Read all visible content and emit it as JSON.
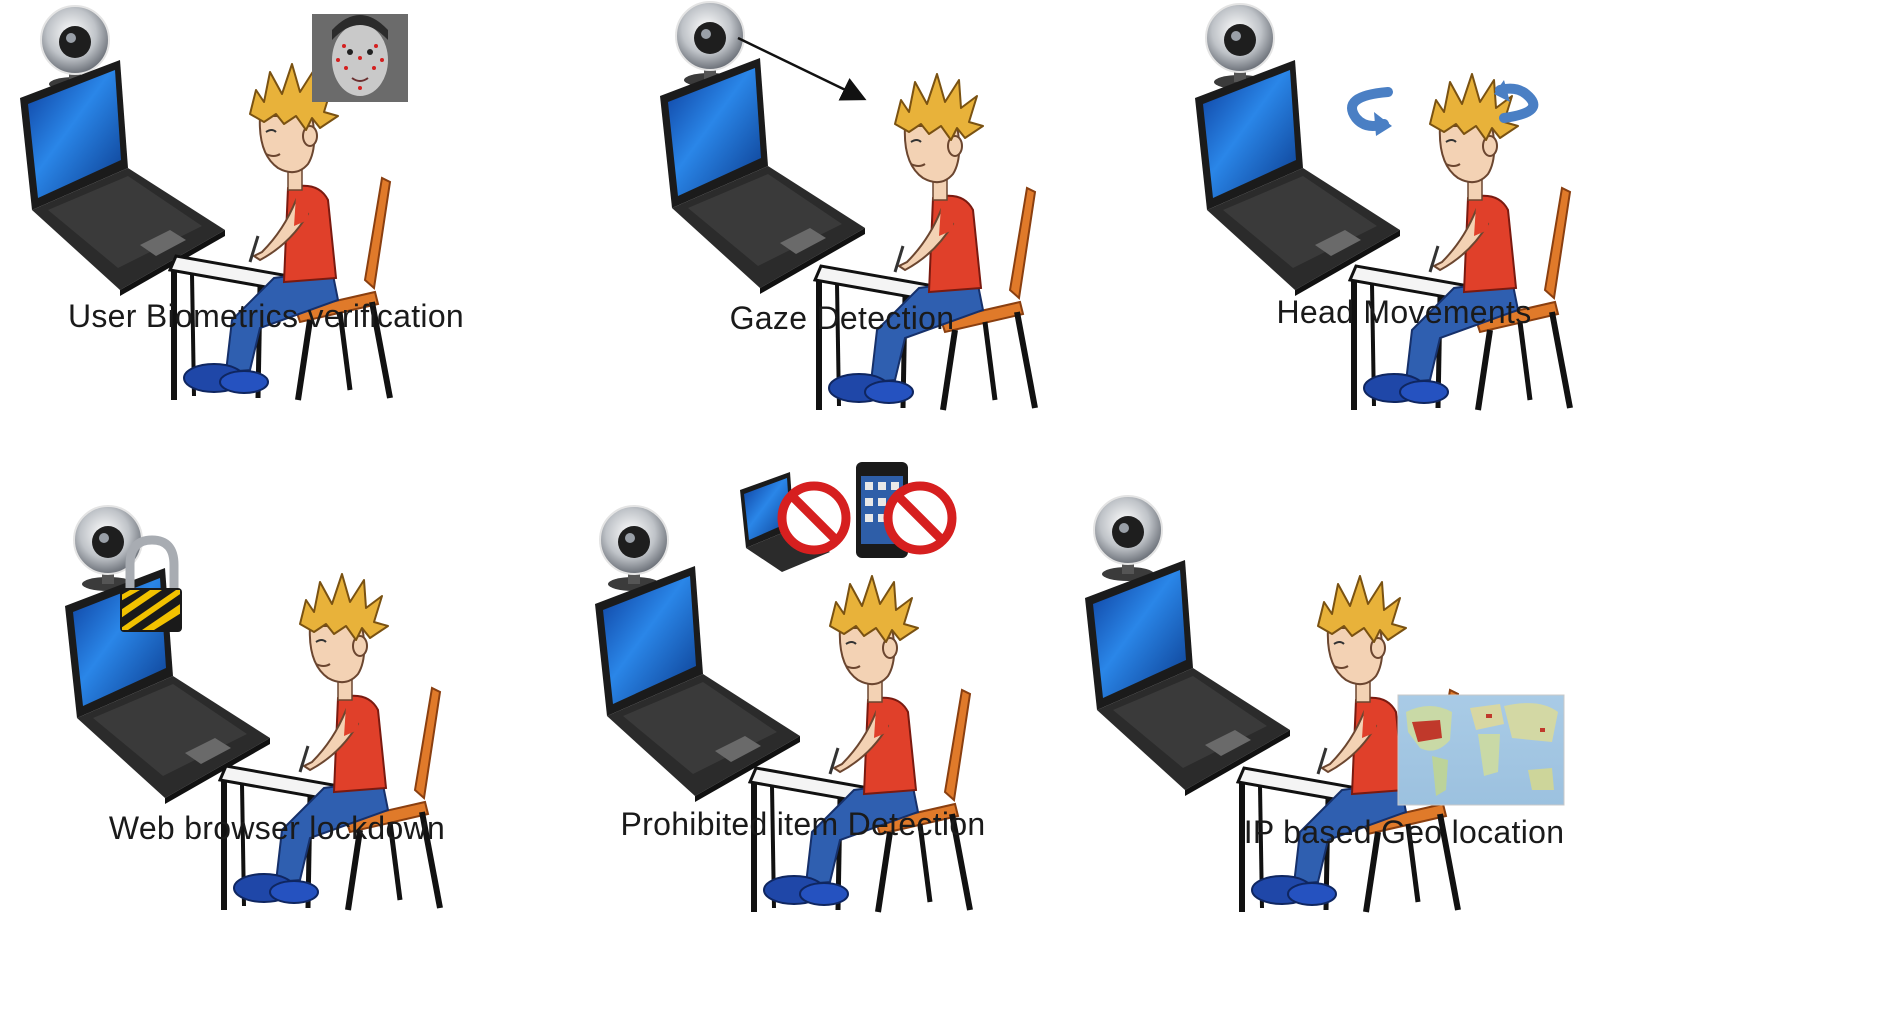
{
  "panels": [
    {
      "id": "biometrics",
      "caption": "User Biometrics verification",
      "extra": "face-scan"
    },
    {
      "id": "gaze",
      "caption": "Gaze Detection",
      "extra": "gaze-arrow"
    },
    {
      "id": "head",
      "caption": "Head Movements",
      "extra": "rotate-arrows"
    },
    {
      "id": "lockdown",
      "caption": "Web browser lockdown",
      "extra": "padlock"
    },
    {
      "id": "prohibited",
      "caption": "Prohibited item Detection",
      "extra": "prohibited-items"
    },
    {
      "id": "geo",
      "caption": "IP  based Geo location",
      "extra": "world-map"
    }
  ],
  "colors": {
    "screen": "#1e6fd6",
    "laptop_body": "#2a2a2a",
    "shirt": "#e0402a",
    "jeans": "#2f5fb0",
    "hair": "#e8b23a",
    "chair": "#e07a2a",
    "arrows": "#4a7fc4",
    "forbidden": "#d61f1f",
    "caution_stripe": "#f2c200"
  }
}
